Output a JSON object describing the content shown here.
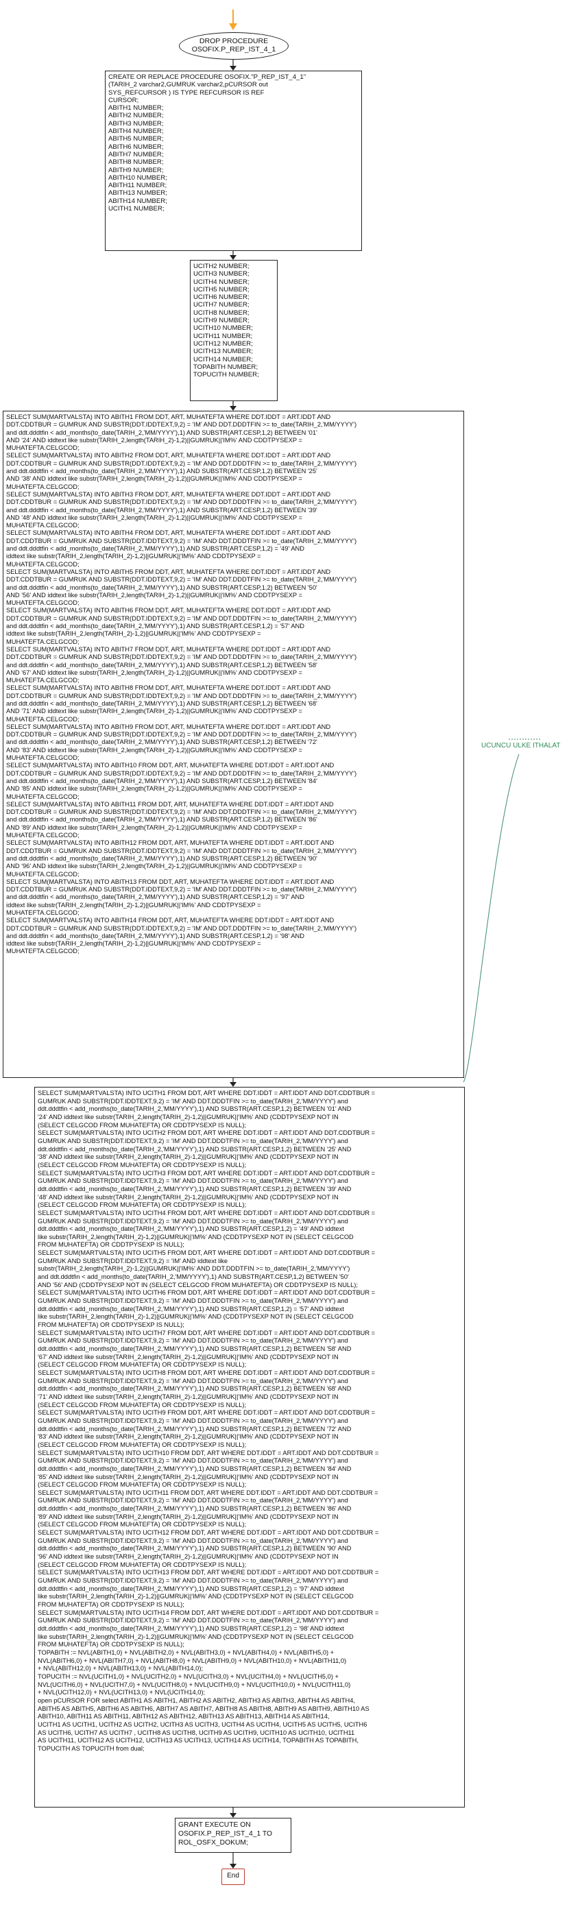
{
  "start_node": {
    "line1": "DROP PROCEDURE",
    "line2": "OSOFIX.P_REP_IST_4_1"
  },
  "create_block": "CREATE OR REPLACE PROCEDURE OSOFIX.\"P_REP_IST_4_1\"\n(TARIH_2 varchar2,GUMRUK varchar2,pCURSOR out\nSYS_REFCURSOR ) IS TYPE REFCURSOR IS REF\nCURSOR;\nABITH1 NUMBER;\nABITH2 NUMBER;\nABITH3 NUMBER;\nABITH4 NUMBER;\nABITH5 NUMBER;\nABITH6 NUMBER;\nABITH7 NUMBER;\nABITH8 NUMBER;\nABITH9 NUMBER;\nABITH10 NUMBER;\nABITH11 NUMBER;\nABITH13 NUMBER;\nABITH14 NUMBER;\nUCITH1 NUMBER;",
  "declare_block": "UCITH2 NUMBER;\nUCITH3 NUMBER;\nUCITH4 NUMBER;\nUCITH5 NUMBER;\nUCITH6 NUMBER;\nUCITH7 NUMBER;\nUCITH8 NUMBER;\nUCITH9 NUMBER;\nUCITH10 NUMBER;\nUCITH11 NUMBER;\nUCITH12 NUMBER;\nUCITH13 NUMBER;\nUCITH14 NUMBER;\nTOPABITH NUMBER;\nTOPUCITH NUMBER;",
  "ab_block": "SELECT SUM(MARTVALSTA) INTO ABITH1 FROM DDT, ART, MUHATEFTA WHERE DDT.IDDT = ART.IDDT AND\nDDT.CDDTBUR = GUMRUK AND SUBSTR(DDT.IDDTEXT,9,2) = 'IM' AND DDT.DDDTFIN >= to_date(TARIH_2,'MM/YYYY')\nand ddt.dddtfin < add_months(to_date(TARIH_2,'MM/YYYY'),1) AND SUBSTR(ART.CESP,1,2) BETWEEN '01'\nAND '24' AND iddtext like substr(TARIH_2,length(TARIH_2)-1,2)||GUMRUK||'IM%' AND CDDTPYSEXP =\nMUHATEFTA.CELGCOD;\nSELECT SUM(MARTVALSTA) INTO ABITH2 FROM DDT, ART, MUHATEFTA WHERE DDT.IDDT = ART.IDDT AND\nDDT.CDDTBUR = GUMRUK AND SUBSTR(DDT.IDDTEXT,9,2) = 'IM' AND DDT.DDDTFIN >= to_date(TARIH_2,'MM/YYYY')\nand ddt.dddtfin < add_months(to_date(TARIH_2,'MM/YYYY'),1) AND SUBSTR(ART.CESP,1,2) BETWEEN '25'\nAND '38' AND iddtext like substr(TARIH_2,length(TARIH_2)-1,2)||GUMRUK||'IM%' AND CDDTPYSEXP =\nMUHATEFTA.CELGCOD;\nSELECT SUM(MARTVALSTA) INTO ABITH3 FROM DDT, ART, MUHATEFTA WHERE DDT.IDDT = ART.IDDT AND\nDDT.CDDTBUR = GUMRUK AND SUBSTR(DDT.IDDTEXT,9,2) = 'IM' AND DDT.DDDTFIN >= to_date(TARIH_2,'MM/YYYY')\nand ddt.dddtfin < add_months(to_date(TARIH_2,'MM/YYYY'),1) AND SUBSTR(ART.CESP,1,2) BETWEEN '39'\nAND '48' AND iddtext like substr(TARIH_2,length(TARIH_2)-1,2)||GUMRUK||'IM%' AND CDDTPYSEXP =\nMUHATEFTA.CELGCOD;\nSELECT SUM(MARTVALSTA) INTO ABITH4 FROM DDT, ART, MUHATEFTA WHERE DDT.IDDT = ART.IDDT AND\nDDT.CDDTBUR = GUMRUK AND SUBSTR(DDT.IDDTEXT,9,2) = 'IM' AND DDT.DDDTFIN >= to_date(TARIH_2,'MM/YYYY')\nand ddt.dddtfin < add_months(to_date(TARIH_2,'MM/YYYY'),1) AND SUBSTR(ART.CESP,1,2) = '49' AND\niddtext like substr(TARIH_2,length(TARIH_2)-1,2)||GUMRUK||'IM%' AND CDDTPYSEXP =\nMUHATEFTA.CELGCOD;\nSELECT SUM(MARTVALSTA) INTO ABITH5 FROM DDT, ART, MUHATEFTA WHERE DDT.IDDT = ART.IDDT AND\nDDT.CDDTBUR = GUMRUK AND SUBSTR(DDT.IDDTEXT,9,2) = 'IM' AND DDT.DDDTFIN >= to_date(TARIH_2,'MM/YYYY')\nand ddt.dddtfin < add_months(to_date(TARIH_2,'MM/YYYY'),1) AND SUBSTR(ART.CESP,1,2) BETWEEN '50'\nAND '56' AND iddtext like substr(TARIH_2,length(TARIH_2)-1,2)||GUMRUK||'IM%' AND CDDTPYSEXP =\nMUHATEFTA.CELGCOD;\nSELECT SUM(MARTVALSTA) INTO ABITH6 FROM DDT, ART, MUHATEFTA WHERE DDT.IDDT = ART.IDDT AND\nDDT.CDDTBUR = GUMRUK AND SUBSTR(DDT.IDDTEXT,9,2) = 'IM' AND DDT.DDDTFIN >= to_date(TARIH_2,'MM/YYYY')\nand ddt.dddtfin < add_months(to_date(TARIH_2,'MM/YYYY'),1) AND SUBSTR(ART.CESP,1,2) = '57' AND\niddtext like substr(TARIH_2,length(TARIH_2)-1,2)||GUMRUK||'IM%' AND CDDTPYSEXP =\nMUHATEFTA.CELGCOD;\nSELECT SUM(MARTVALSTA) INTO ABITH7 FROM DDT, ART, MUHATEFTA WHERE DDT.IDDT = ART.IDDT AND\nDDT.CDDTBUR = GUMRUK AND SUBSTR(DDT.IDDTEXT,9,2) = 'IM' AND DDT.DDDTFIN >= to_date(TARIH_2,'MM/YYYY')\nand ddt.dddtfin < add_months(to_date(TARIH_2,'MM/YYYY'),1) AND SUBSTR(ART.CESP,1,2) BETWEEN '58'\nAND '67' AND iddtext like substr(TARIH_2,length(TARIH_2)-1,2)||GUMRUK||'IM%' AND CDDTPYSEXP =\nMUHATEFTA.CELGCOD;\nSELECT SUM(MARTVALSTA) INTO ABITH8 FROM DDT, ART, MUHATEFTA WHERE DDT.IDDT = ART.IDDT AND\nDDT.CDDTBUR = GUMRUK AND SUBSTR(DDT.IDDTEXT,9,2) = 'IM' AND DDT.DDDTFIN >= to_date(TARIH_2,'MM/YYYY')\nand ddt.dddtfin < add_months(to_date(TARIH_2,'MM/YYYY'),1) AND SUBSTR(ART.CESP,1,2) BETWEEN '68'\nAND '71' AND iddtext like substr(TARIH_2,length(TARIH_2)-1,2)||GUMRUK||'IM%' AND CDDTPYSEXP =\nMUHATEFTA.CELGCOD;\nSELECT SUM(MARTVALSTA) INTO ABITH9 FROM DDT, ART, MUHATEFTA WHERE DDT.IDDT = ART.IDDT AND\nDDT.CDDTBUR = GUMRUK AND SUBSTR(DDT.IDDTEXT,9,2) = 'IM' AND DDT.DDDTFIN >= to_date(TARIH_2,'MM/YYYY')\nand ddt.dddtfin < add_months(to_date(TARIH_2,'MM/YYYY'),1) AND SUBSTR(ART.CESP,1,2) BETWEEN '72'\nAND '83' AND iddtext like substr(TARIH_2,length(TARIH_2)-1,2)||GUMRUK||'IM%' AND CDDTPYSEXP =\nMUHATEFTA.CELGCOD;\nSELECT SUM(MARTVALSTA) INTO ABITH10 FROM DDT, ART, MUHATEFTA WHERE DDT.IDDT = ART.IDDT AND\nDDT.CDDTBUR = GUMRUK AND SUBSTR(DDT.IDDTEXT,9,2) = 'IM' AND DDT.DDDTFIN >= to_date(TARIH_2,'MM/YYYY')\nand ddt.dddtfin < add_months(to_date(TARIH_2,'MM/YYYY'),1) AND SUBSTR(ART.CESP,1,2) BETWEEN '84'\nAND '85' AND iddtext like substr(TARIH_2,length(TARIH_2)-1,2)||GUMRUK||'IM%' AND CDDTPYSEXP =\nMUHATEFTA.CELGCOD;\nSELECT SUM(MARTVALSTA) INTO ABITH11 FROM DDT, ART, MUHATEFTA WHERE DDT.IDDT = ART.IDDT AND\nDDT.CDDTBUR = GUMRUK AND SUBSTR(DDT.IDDTEXT,9,2) = 'IM' AND DDT.DDDTFIN >= to_date(TARIH_2,'MM/YYYY')\nand ddt.dddtfin < add_months(to_date(TARIH_2,'MM/YYYY'),1) AND SUBSTR(ART.CESP,1,2) BETWEEN '86'\nAND '89' AND iddtext like substr(TARIH_2,length(TARIH_2)-1,2)||GUMRUK||'IM%' AND CDDTPYSEXP =\nMUHATEFTA.CELGCOD;\nSELECT SUM(MARTVALSTA) INTO ABITH12 FROM DDT, ART, MUHATEFTA WHERE DDT.IDDT = ART.IDDT AND\nDDT.CDDTBUR = GUMRUK AND SUBSTR(DDT.IDDTEXT,9,2) = 'IM' AND DDT.DDDTFIN >= to_date(TARIH_2,'MM/YYYY')\nand ddt.dddtfin < add_months(to_date(TARIH_2,'MM/YYYY'),1) AND SUBSTR(ART.CESP,1,2) BETWEEN '90'\nAND '96' AND iddtext like substr(TARIH_2,length(TARIH_2)-1,2)||GUMRUK||'IM%' AND CDDTPYSEXP =\nMUHATEFTA.CELGCOD;\nSELECT SUM(MARTVALSTA) INTO ABITH13 FROM DDT, ART, MUHATEFTA WHERE DDT.IDDT = ART.IDDT AND\nDDT.CDDTBUR = GUMRUK AND SUBSTR(DDT.IDDTEXT,9,2) = 'IM' AND DDT.DDDTFIN >= to_date(TARIH_2,'MM/YYYY')\nand ddt.dddtfin < add_months(to_date(TARIH_2,'MM/YYYY'),1) AND SUBSTR(ART.CESP,1,2) = '97' AND\niddtext like substr(TARIH_2,length(TARIH_2)-1,2)||GUMRUK||'IM%' AND CDDTPYSEXP =\nMUHATEFTA.CELGCOD;\nSELECT SUM(MARTVALSTA) INTO ABITH14 FROM DDT, ART, MUHATEFTA WHERE DDT.IDDT = ART.IDDT AND\nDDT.CDDTBUR = GUMRUK AND SUBSTR(DDT.IDDTEXT,9,2) = 'IM' AND DDT.DDDTFIN >= to_date(TARIH_2,'MM/YYYY')\nand ddt.dddtfin < add_months(to_date(TARIH_2,'MM/YYYY'),1) AND SUBSTR(ART.CESP,1,2) = '98' AND\niddtext like substr(TARIH_2,length(TARIH_2)-1,2)||GUMRUK||'IM%' AND CDDTPYSEXP =\nMUHATEFTA.CELGCOD;",
  "uc_block": "SELECT SUM(MARTVALSTA) INTO UCITH1 FROM DDT, ART WHERE DDT.IDDT = ART.IDDT AND DDT.CDDTBUR =\nGUMRUK AND SUBSTR(DDT.IDDTEXT,9,2) = 'IM' AND DDT.DDDTFIN >= to_date(TARIH_2,'MM/YYYY') and\nddt.dddtfin < add_months(to_date(TARIH_2,'MM/YYYY'),1) AND SUBSTR(ART.CESP,1,2) BETWEEN '01' AND\n'24' AND iddtext like substr(TARIH_2,length(TARIH_2)-1,2)||GUMRUK||'IM%' AND (CDDTPYSEXP NOT IN\n(SELECT CELGCOD FROM MUHATEFTA) OR CDDTPYSEXP IS NULL);\nSELECT SUM(MARTVALSTA) INTO UCITH2 FROM DDT, ART WHERE DDT.IDDT = ART.IDDT AND DDT.CDDTBUR =\nGUMRUK AND SUBSTR(DDT.IDDTEXT,9,2) = 'IM' AND DDT.DDDTFIN >= to_date(TARIH_2,'MM/YYYY') and\nddt.dddtfin < add_months(to_date(TARIH_2,'MM/YYYY'),1) AND SUBSTR(ART.CESP,1,2) BETWEEN '25' AND\n'38' AND iddtext like substr(TARIH_2,length(TARIH_2)-1,2)||GUMRUK||'IM%' AND (CDDTPYSEXP NOT IN\n(SELECT CELGCOD FROM MUHATEFTA) OR CDDTPYSEXP IS NULL);\nSELECT SUM(MARTVALSTA) INTO UCITH3 FROM DDT, ART WHERE DDT.IDDT = ART.IDDT AND DDT.CDDTBUR =\nGUMRUK AND SUBSTR(DDT.IDDTEXT,9,2) = 'IM' AND DDT.DDDTFIN >= to_date(TARIH_2,'MM/YYYY') and\nddt.dddtfin < add_months(to_date(TARIH_2,'MM/YYYY'),1) AND SUBSTR(ART.CESP,1,2) BETWEEN '39' AND\n'48' AND iddtext like substr(TARIH_2,length(TARIH_2)-1,2)||GUMRUK||'IM%' AND (CDDTPYSEXP NOT IN\n(SELECT CELGCOD FROM MUHATEFTA) OR CDDTPYSEXP IS NULL);\nSELECT SUM(MARTVALSTA) INTO UCITH4 FROM DDT, ART WHERE DDT.IDDT = ART.IDDT AND DDT.CDDTBUR =\nGUMRUK AND SUBSTR(DDT.IDDTEXT,9,2) = 'IM' AND DDT.DDDTFIN >= to_date(TARIH_2,'MM/YYYY') and\nddt.dddtfin < add_months(to_date(TARIH_2,'MM/YYYY'),1) AND SUBSTR(ART.CESP,1,2) = '49' AND iddtext\nlike substr(TARIH_2,length(TARIH_2)-1,2)||GUMRUK||'IM%' AND (CDDTPYSEXP NOT IN (SELECT CELGCOD\nFROM MUHATEFTA) OR CDDTPYSEXP IS NULL);\nSELECT SUM(MARTVALSTA) INTO UCITH5 FROM DDT, ART WHERE DDT.IDDT = ART.IDDT AND DDT.CDDTBUR =\nGUMRUK AND SUBSTR(DDT.IDDTEXT,9,2) = 'IM' AND iddtext like\nsubstr(TARIH_2,length(TARIH_2)-1,2)||GUMRUK||'IM%' AND DDT.DDDTFIN >= to_date(TARIH_2,'MM/YYYY')\nand ddt.dddtfin < add_months(to_date(TARIH_2,'MM/YYYY'),1) AND SUBSTR(ART.CESP,1,2) BETWEEN '50'\nAND '56' AND (CDDTPYSEXP NOT IN (SELECT CELGCOD FROM MUHATEFTA) OR CDDTPYSEXP IS NULL);\nSELECT SUM(MARTVALSTA) INTO UCITH6 FROM DDT, ART WHERE DDT.IDDT = ART.IDDT AND DDT.CDDTBUR =\nGUMRUK AND SUBSTR(DDT.IDDTEXT,9,2) = 'IM' AND DDT.DDDTFIN >= to_date(TARIH_2,'MM/YYYY') and\nddt.dddtfin < add_months(to_date(TARIH_2,'MM/YYYY'),1) AND SUBSTR(ART.CESP,1,2) = '57' AND iddtext\nlike substr(TARIH_2,length(TARIH_2)-1,2)||GUMRUK||'IM%' AND (CDDTPYSEXP NOT IN (SELECT CELGCOD\nFROM MUHATEFTA) OR CDDTPYSEXP IS NULL);\nSELECT SUM(MARTVALSTA) INTO UCITH7 FROM DDT, ART WHERE DDT.IDDT = ART.IDDT AND DDT.CDDTBUR =\nGUMRUK AND SUBSTR(DDT.IDDTEXT,9,2) = 'IM' AND DDT.DDDTFIN >= to_date(TARIH_2,'MM/YYYY') and\nddt.dddtfin < add_months(to_date(TARIH_2,'MM/YYYY'),1) AND SUBSTR(ART.CESP,1,2) BETWEEN '58' AND\n'67' AND iddtext like substr(TARIH_2,length(TARIH_2)-1,2)||GUMRUK||'IM%' AND (CDDTPYSEXP NOT IN\n(SELECT CELGCOD FROM MUHATEFTA) OR CDDTPYSEXP IS NULL);\nSELECT SUM(MARTVALSTA) INTO UCITH8 FROM DDT, ART WHERE DDT.IDDT = ART.IDDT AND DDT.CDDTBUR =\nGUMRUK AND SUBSTR(DDT.IDDTEXT,9,2) = 'IM' AND DDT.DDDTFIN >= to_date(TARIH_2,'MM/YYYY') and\nddt.dddtfin < add_months(to_date(TARIH_2,'MM/YYYY'),1) AND SUBSTR(ART.CESP,1,2) BETWEEN '68' AND\n'71' AND iddtext like substr(TARIH_2,length(TARIH_2)-1,2)||GUMRUK||'IM%' AND (CDDTPYSEXP NOT IN\n(SELECT CELGCOD FROM MUHATEFTA) OR CDDTPYSEXP IS NULL);\nSELECT SUM(MARTVALSTA) INTO UCITH9 FROM DDT, ART WHERE DDT.IDDT = ART.IDDT AND DDT.CDDTBUR =\nGUMRUK AND SUBSTR(DDT.IDDTEXT,9,2) = 'IM' AND DDT.DDDTFIN >= to_date(TARIH_2,'MM/YYYY') and\nddt.dddtfin < add_months(to_date(TARIH_2,'MM/YYYY'),1) AND SUBSTR(ART.CESP,1,2) BETWEEN '72' AND\n'83' AND iddtext like substr(TARIH_2,length(TARIH_2)-1,2)||GUMRUK||'IM%' AND (CDDTPYSEXP NOT IN\n(SELECT CELGCOD FROM MUHATEFTA) OR CDDTPYSEXP IS NULL);\nSELECT SUM(MARTVALSTA) INTO UCITH10 FROM DDT, ART WHERE DDT.IDDT = ART.IDDT AND DDT.CDDTBUR =\nGUMRUK AND SUBSTR(DDT.IDDTEXT,9,2) = 'IM' AND DDT.DDDTFIN >= to_date(TARIH_2,'MM/YYYY') and\nddt.dddtfin < add_months(to_date(TARIH_2,'MM/YYYY'),1) AND SUBSTR(ART.CESP,1,2) BETWEEN '84' AND\n'85' AND iddtext like substr(TARIH_2,length(TARIH_2)-1,2)||GUMRUK||'IM%' AND (CDDTPYSEXP NOT IN\n(SELECT CELGCOD FROM MUHATEFTA) OR CDDTPYSEXP IS NULL);\nSELECT SUM(MARTVALSTA) INTO UCITH11 FROM DDT, ART WHERE DDT.IDDT = ART.IDDT AND DDT.CDDTBUR =\nGUMRUK AND SUBSTR(DDT.IDDTEXT,9,2) = 'IM' AND DDT.DDDTFIN >= to_date(TARIH_2,'MM/YYYY') and\nddt.dddtfin < add_months(to_date(TARIH_2,'MM/YYYY'),1) AND SUBSTR(ART.CESP,1,2) BETWEEN '86' AND\n'89' AND iddtext like substr(TARIH_2,length(TARIH_2)-1,2)||GUMRUK||'IM%' AND (CDDTPYSEXP NOT IN\n(SELECT CELGCOD FROM MUHATEFTA) OR CDDTPYSEXP IS NULL);\nSELECT SUM(MARTVALSTA) INTO UCITH12 FROM DDT, ART WHERE DDT.IDDT = ART.IDDT AND DDT.CDDTBUR =\nGUMRUK AND SUBSTR(DDT.IDDTEXT,9,2) = 'IM' AND DDT.DDDTFIN >= to_date(TARIH_2,'MM/YYYY') and\nddt.dddtfin < add_months(to_date(TARIH_2,'MM/YYYY'),1) AND SUBSTR(ART.CESP,1,2) BETWEEN '90' AND\n'96' AND iddtext like substr(TARIH_2,length(TARIH_2)-1,2)||GUMRUK||'IM%' AND (CDDTPYSEXP NOT IN\n(SELECT CELGCOD FROM MUHATEFTA) OR CDDTPYSEXP IS NULL);\nSELECT SUM(MARTVALSTA) INTO UCITH13 FROM DDT, ART WHERE DDT.IDDT = ART.IDDT AND DDT.CDDTBUR =\nGUMRUK AND SUBSTR(DDT.IDDTEXT,9,2) = 'IM' AND DDT.DDDTFIN >= to_date(TARIH_2,'MM/YYYY') and\nddt.dddtfin < add_months(to_date(TARIH_2,'MM/YYYY'),1) AND SUBSTR(ART.CESP,1,2) = '97' AND iddtext\nlike substr(TARIH_2,length(TARIH_2)-1,2)||GUMRUK||'IM%' AND (CDDTPYSEXP NOT IN (SELECT CELGCOD\nFROM MUHATEFTA) OR CDDTPYSEXP IS NULL);\nSELECT SUM(MARTVALSTA) INTO UCITH14 FROM DDT, ART WHERE DDT.IDDT = ART.IDDT AND DDT.CDDTBUR =\nGUMRUK AND SUBSTR(DDT.IDDTEXT,9,2) = 'IM' AND DDT.DDDTFIN >= to_date(TARIH_2,'MM/YYYY') and\nddt.dddtfin < add_months(to_date(TARIH_2,'MM/YYYY'),1) AND SUBSTR(ART.CESP,1,2) = '98' AND iddtext\nlike substr(TARIH_2,length(TARIH_2)-1,2)||GUMRUK||'IM%' AND (CDDTPYSEXP NOT IN (SELECT CELGCOD\nFROM MUHATEFTA) OR CDDTPYSEXP IS NULL);\nTOPABITH := NVL(ABITH1,0) + NVL(ABITH2,0) + NVL(ABITH3,0) + NVL(ABITH4,0) + NVL(ABITH5,0) +\nNVL(ABITH6,0) + NVL(ABITH7,0) + NVL(ABITH8,0) + NVL(ABITH9,0) + NVL(ABITH10,0) + NVL(ABITH11,0)\n+ NVL(ABITH12,0) + NVL(ABITH13,0) + NVL(ABITH14,0);\nTOPUCITH := NVL(UCITH1,0) + NVL(UCITH2,0) + NVL(UCITH3,0) + NVL(UCITH4,0) + NVL(UCITH5,0) +\nNVL(UCITH6,0) + NVL(UCITH7,0) + NVL(UCITH8,0) + NVL(UCITH9,0) + NVL(UCITH10,0) + NVL(UCITH11,0)\n+ NVL(UCITH12,0) + NVL(UCITH13,0) + NVL(UCITH14,0);\nopen pCURSOR FOR select ABITH1 AS ABITH1, ABITH2 AS ABITH2, ABITH3 AS ABITH3, ABITH4 AS ABITH4,\nABITH5 AS ABITH5, ABITH6 AS ABITH6, ABITH7 AS ABITH7, ABITH8 AS ABITH8, ABITH9 AS ABITH9, ABITH10 AS\nABITH10, ABITH11 AS ABITH11, ABITH12 AS ABITH12, ABITH13 AS ABITH13, ABITH14 AS ABITH14,\nUCITH1 AS UCITH1, UCITH2 AS UCITH2, UCITH3 AS UCITH3, UCITH4 AS UCITH4, UCITH5 AS UCITH5, UCITH6\nAS UCITH6, UCITH7 AS UCITH7 , UCITH8 AS UCITH8, UCITH9 AS UCITH9, UCITH10 AS UCITH10, UCITH11\nAS UCITH11, UCITH12 AS UCITH12, UCITH13 AS UCITH13, UCITH14 AS UCITH14, TOPABITH AS TOPABITH,\nTOPUCITH AS TOPUCITH from dual;",
  "grant_block": "GRANT EXECUTE ON\nOSOFIX.P_REP_IST_4_1 TO\nROL_OSFX_DOKUM;",
  "end_label": "End",
  "side_note": "UCUNCU ULKE ITHALAT",
  "colors": {
    "accent_arrow": "#f5a623",
    "side_link": "#3c8d6a",
    "end_border": "#c0392b"
  }
}
